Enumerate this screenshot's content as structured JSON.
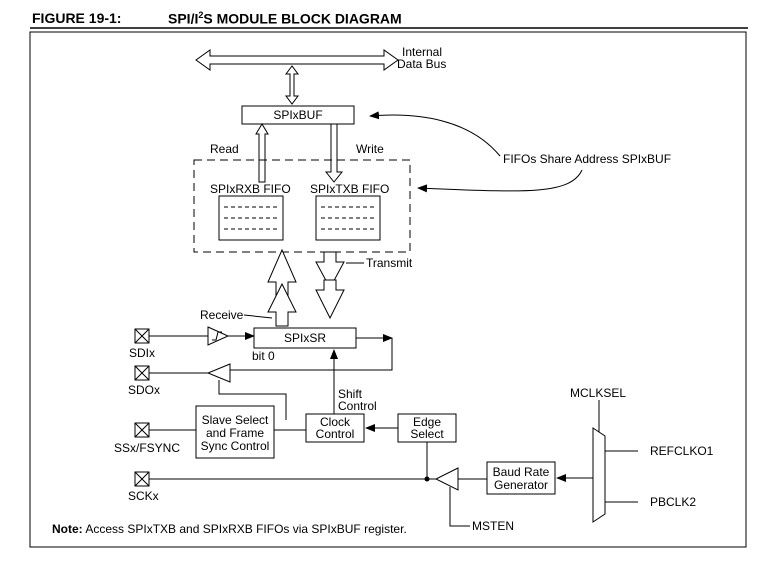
{
  "figure": {
    "label": "FIGURE 19-1:",
    "title_a": "SPI/I",
    "title_sup": "2",
    "title_b": "S MODULE BLOCK DIAGRAM"
  },
  "bus": {
    "label_1": "Internal",
    "label_2": "Data Bus"
  },
  "blocks": {
    "spixbuf": "SPIxBUF",
    "rxb_fifo": "SPIxRXB FIFO",
    "txb_fifo": "SPIxTXB FIFO",
    "spixsr": "SPIxSR",
    "slave_1": "Slave Select",
    "slave_2": "and Frame",
    "slave_3": "Sync Control",
    "clock_1": "Clock",
    "clock_2": "Control",
    "edge_1": "Edge",
    "edge_2": "Select",
    "baud_1": "Baud Rate",
    "baud_2": "Generator"
  },
  "labels": {
    "read": "Read",
    "write": "Write",
    "fifo_share": "FIFOs Share Address SPIxBUF",
    "transmit": "Transmit",
    "receive": "Receive",
    "bit0": "bit 0",
    "shift_1": "Shift",
    "shift_2": "Control",
    "mclksel": "MCLKSEL",
    "refclko1": "REFCLKO1",
    "pbclk2": "PBCLK2",
    "msten": "MSTEN"
  },
  "pins": {
    "sdi": "SDIx",
    "sdo": "SDOx",
    "ss": "SSx/FSYNC",
    "sck": "SCKx"
  },
  "note": {
    "prefix": "Note:",
    "text": " Access SPIxTXB and SPIxRXB FIFOs via SPIxBUF register."
  }
}
